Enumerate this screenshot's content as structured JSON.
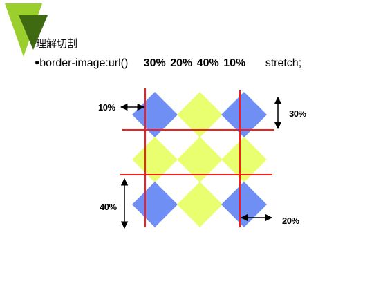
{
  "slide": {
    "title": "理解切割",
    "bullet": {
      "marker": "●",
      "property": "border-image:url()",
      "values": [
        "30%",
        "20%",
        "40%",
        "10%"
      ],
      "mode": "stretch;"
    }
  },
  "diagram": {
    "labels": {
      "left_top": "10%",
      "right_top": "30%",
      "left_bottom": "40%",
      "right_bottom": "20%"
    },
    "colors": {
      "blue": "#6f8ff5",
      "yellow": "#eaff70",
      "slice_line": "#ff1a1a",
      "logo_light": "#9bcf2e",
      "logo_dark": "#3f6a12"
    },
    "tiles": [
      [
        "blue",
        "yellow",
        "blue"
      ],
      [
        "yellow",
        "yellow",
        "yellow"
      ],
      [
        "blue",
        "yellow",
        "blue"
      ]
    ]
  }
}
